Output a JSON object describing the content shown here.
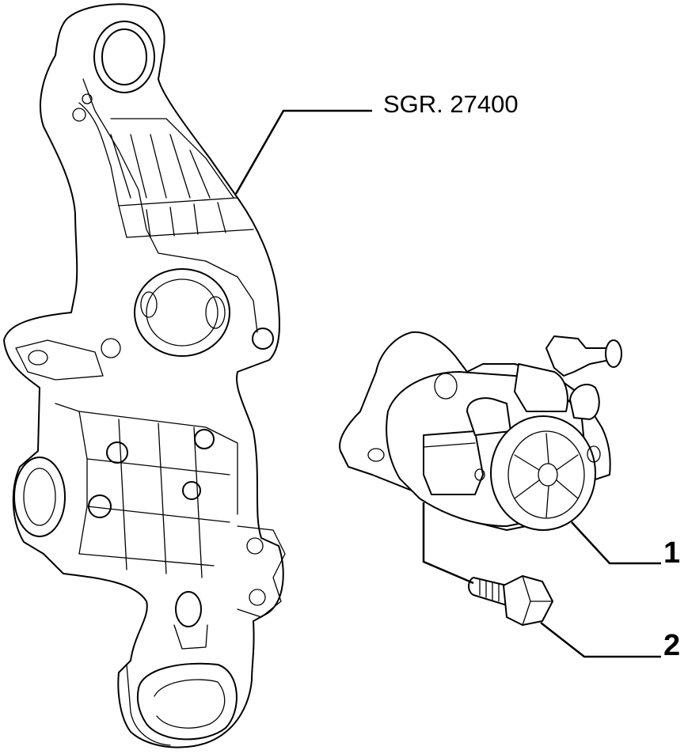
{
  "labels": {
    "reference": "SGR. 27400",
    "item_1": "1",
    "item_2": "2"
  },
  "colors": {
    "ink": "#000000",
    "paper": "#ffffff"
  }
}
